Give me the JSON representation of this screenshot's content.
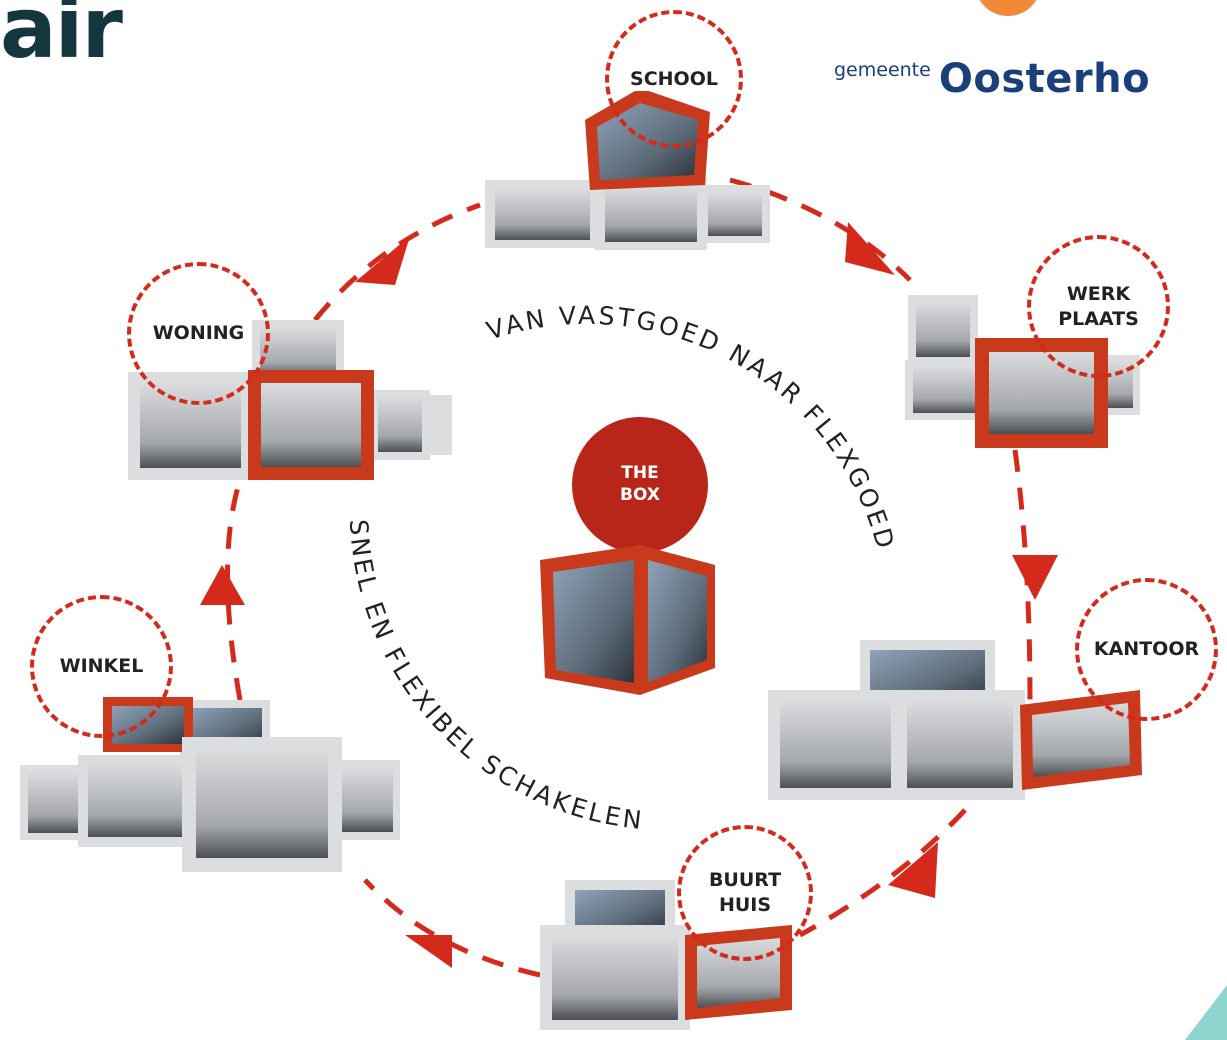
{
  "header": {
    "brand_fragment": "air",
    "municipality_small": "gemeente",
    "municipality_name": "Oosterho"
  },
  "center": {
    "label_line1": "THE",
    "label_line2": "BOX"
  },
  "curved_texts": {
    "top_arc": "VAN VASTGOED NAAR FLEXGOED",
    "left_arc": "SNEL EN FLEXIBEL SCHAKELEN"
  },
  "nodes": [
    {
      "id": "school",
      "label": "SCHOOL"
    },
    {
      "id": "werkplaats",
      "label_line1": "WERK",
      "label_line2": "PLAATS"
    },
    {
      "id": "kantoor",
      "label": "KANTOOR"
    },
    {
      "id": "buurthuis",
      "label_line1": "BUURT",
      "label_line2": "HUIS"
    },
    {
      "id": "winkel",
      "label": "WINKEL"
    },
    {
      "id": "woning",
      "label": "WONING"
    }
  ],
  "colors": {
    "accent_red": "#d42a1c",
    "box_red": "#c9391c",
    "navy": "#1b3f7a",
    "dark_teal": "#14363d",
    "orange": "#f08a3a"
  }
}
